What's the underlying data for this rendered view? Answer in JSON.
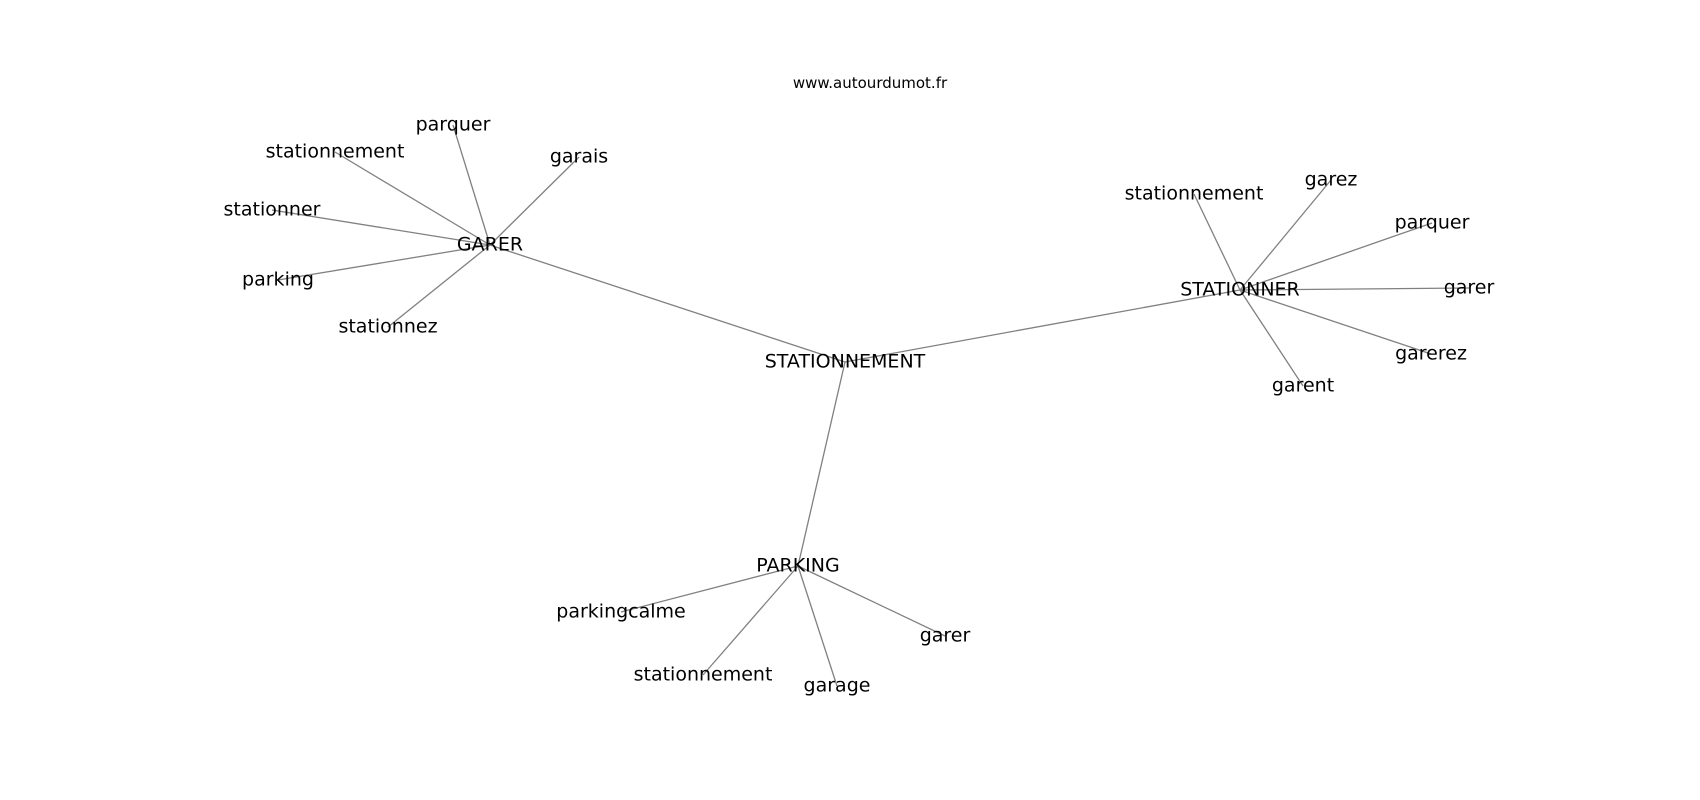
{
  "site": "www.autourdumot.fr",
  "graph": {
    "center": "STATIONNEMENT",
    "clusters": [
      {
        "hub": "GARER",
        "leaves": [
          "parquer",
          "stationnement",
          "garais",
          "stationner",
          "parking",
          "stationnez"
        ]
      },
      {
        "hub": "STATIONNER",
        "leaves": [
          "stationnement",
          "garez",
          "parquer",
          "garer",
          "garerez",
          "garent"
        ]
      },
      {
        "hub": "PARKING",
        "leaves": [
          "parkingcalme",
          "garer",
          "stationnement",
          "garage"
        ]
      }
    ]
  }
}
